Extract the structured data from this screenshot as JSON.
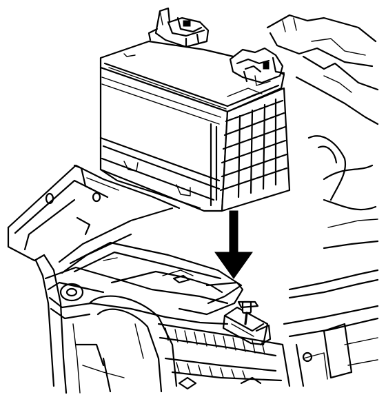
{
  "figure": {
    "ink_color": "#000000",
    "background_color": "#ffffff",
    "parts": [
      "battery",
      "battery-tray",
      "down-arrow",
      "hold-down-bolt",
      "engine-compartment-frame"
    ]
  }
}
